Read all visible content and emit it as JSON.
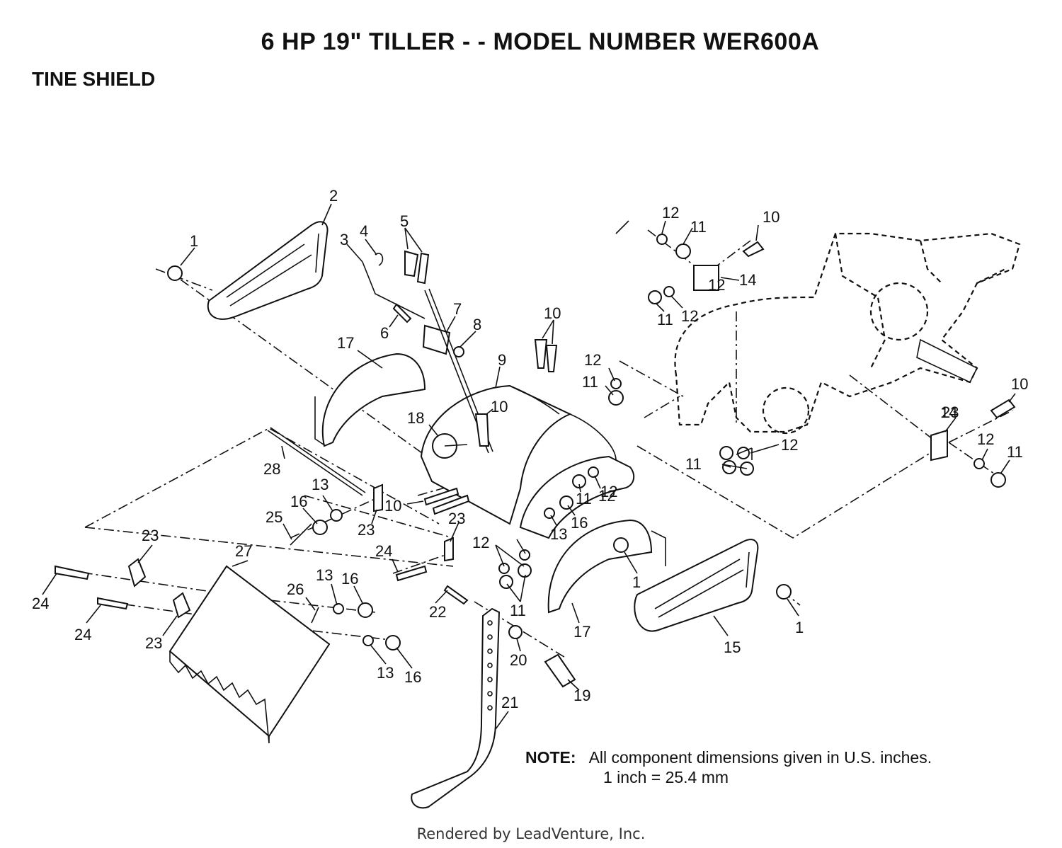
{
  "title": "6 HP 19\" TILLER - - MODEL NUMBER WER600A",
  "section": "TINE SHIELD",
  "callouts": [
    "1",
    "2",
    "3",
    "4",
    "5",
    "6",
    "7",
    "8",
    "9",
    "10",
    "10",
    "10",
    "10",
    "10",
    "11",
    "11",
    "11",
    "11",
    "11",
    "11",
    "11",
    "12",
    "12",
    "12",
    "12",
    "12",
    "12",
    "12",
    "12",
    "13",
    "13",
    "13",
    "13",
    "14",
    "14",
    "15",
    "16",
    "16",
    "16",
    "16",
    "17",
    "17",
    "18",
    "19",
    "20",
    "21",
    "22",
    "23",
    "23",
    "23",
    "23",
    "23",
    "24",
    "24",
    "24",
    "25",
    "26",
    "27",
    "28",
    "1",
    "1",
    "12"
  ],
  "note": {
    "label": "NOTE:",
    "line1": "All component dimensions given in U.S. inches.",
    "line2": "1 inch = 25.4 mm"
  },
  "footer": "Rendered by LeadVenture, Inc."
}
